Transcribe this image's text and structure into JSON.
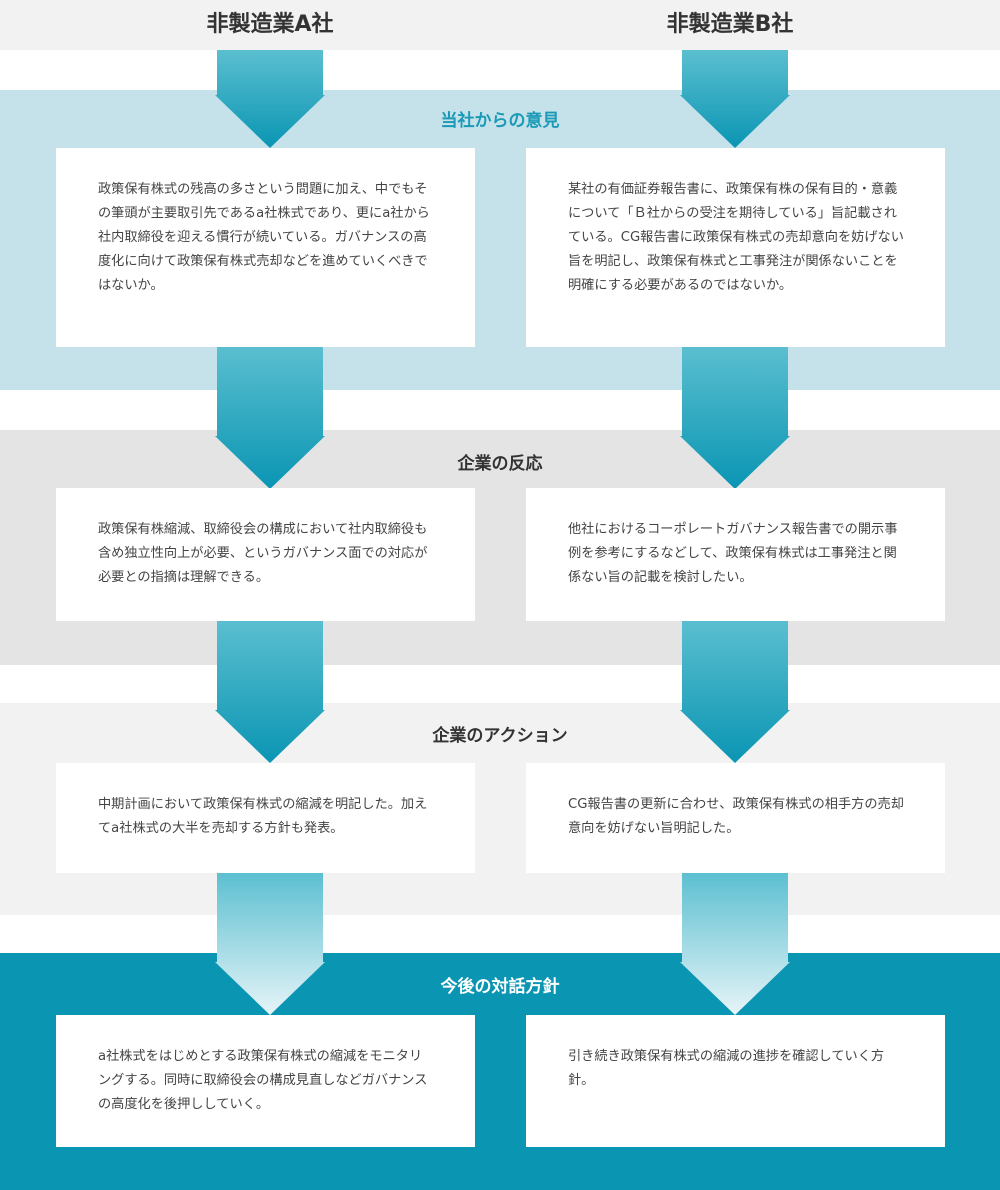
{
  "columns": {
    "a": "非製造業A社",
    "b": "非製造業B社"
  },
  "sections": [
    {
      "title": "当社からの意見",
      "a": "政策保有株式の残高の多さという問題に加え、中でもその筆頭が主要取引先であるa社株式であり、更にa社から社内取締役を迎える慣行が続いている。ガバナンスの高度化に向けて政策保有株式売却などを進めていくべきではないか。",
      "b": "某社の有価証券報告書に、政策保有株の保有目的・意義について「Ｂ社からの受注を期待している」旨記載されている。CG報告書に政策保有株式の売却意向を妨げない旨を明記し、政策保有株式と工事発注が関係ないことを明確にする必要があるのではないか。"
    },
    {
      "title": "企業の反応",
      "a": "政策保有株縮減、取締役会の構成において社内取締役も含め独立性向上が必要、というガバナンス面での対応が必要との指摘は理解できる。",
      "b": "他社におけるコーポレートガバナンス報告書での開示事例を参考にするなどして、政策保有株式は工事発注と関係ない旨の記載を検討したい。"
    },
    {
      "title": "企業のアクション",
      "a": "中期計画において政策保有株式の縮減を明記した。加えてa社株式の大半を売却する方針も発表。",
      "b": "CG報告書の更新に合わせ、政策保有株式の相手方の売却意向を妨げない旨明記した。"
    },
    {
      "title": "今後の対話方針",
      "a": "a社株式をはじめとする政策保有株式の縮減をモニタリングする。同時に取締役会の構成見直しなどガバナンスの高度化を後押ししていく。",
      "b": "引き続き政策保有株式の縮減の進捗を確認していく方針。"
    }
  ],
  "colors": {
    "band_1": "#c5e2ea",
    "band_2": "#e4e4e4",
    "band_3": "#f2f2f2",
    "band_4": "#0a95b3",
    "arrow_top": "#5bbfd0",
    "arrow_bottom": "#0a95b3",
    "title_blue": "#1a9ab6"
  }
}
